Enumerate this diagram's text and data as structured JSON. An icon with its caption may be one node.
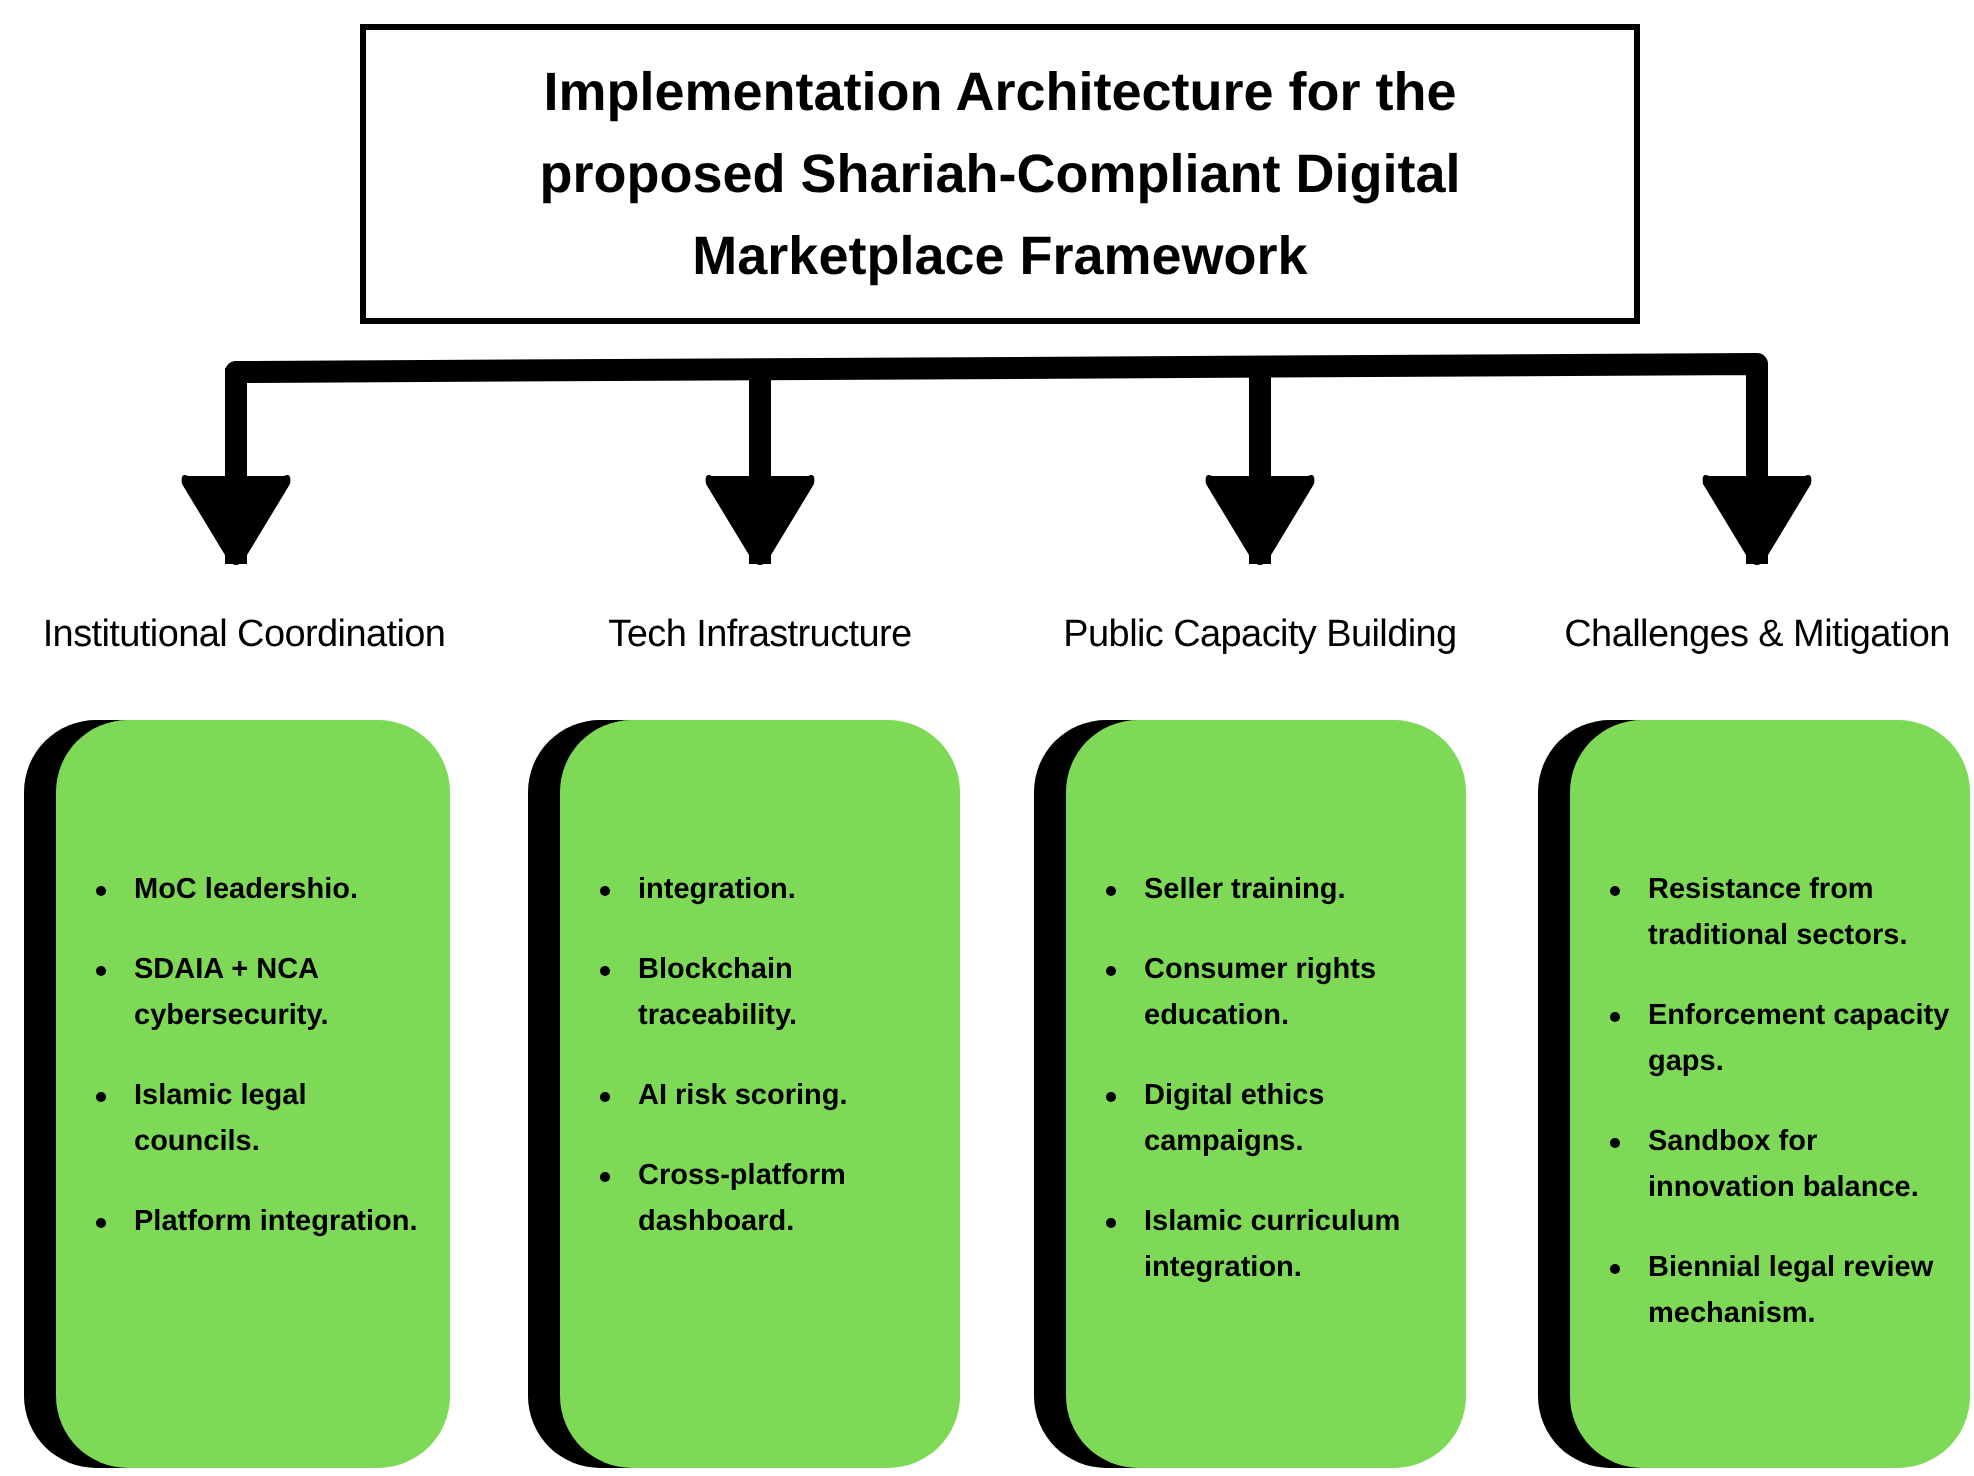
{
  "diagram": {
    "nodes": [
      {
        "text": [
          "Implementation Architecture for the proposed Shariah-Compliant Digital Marketplace Framework"
        ]
      },
      {
        "text": [
          "Institutional Coordination"
        ]
      },
      {
        "text": [
          "Tech Infrastructure"
        ]
      },
      {
        "text": [
          "Public Capacity Building"
        ]
      },
      {
        "text": [
          "Challenges & Mitigation"
        ]
      },
      {
        "text": [
          "MoC leadershio.",
          "SDAIA + NCA cybersecurity.",
          "Islamic legal councils.",
          "Platform integration."
        ]
      },
      {
        "text": [
          "integration.",
          "Blockchain traceability.",
          "AI risk scoring.",
          "Cross-platform dashboard."
        ]
      },
      {
        "text": [
          "Seller training.",
          "Consumer rights education.",
          "Digital ethics campaigns.",
          "Islamic curriculum integration."
        ]
      },
      {
        "text": [
          "Resistance from traditional sectors.",
          "Enforcement capacity gaps.",
          "Sandbox for innovation balance.",
          "Biennial legal review mechanism."
        ]
      }
    ],
    "edges": [
      {
        "from": null,
        "to": 1,
        "arrow": "to"
      },
      {
        "from": null,
        "to": 2,
        "arrow": "to"
      },
      {
        "from": null,
        "to": 3,
        "arrow": "to"
      },
      {
        "from": null,
        "to": 4,
        "arrow": "to"
      }
    ]
  }
}
